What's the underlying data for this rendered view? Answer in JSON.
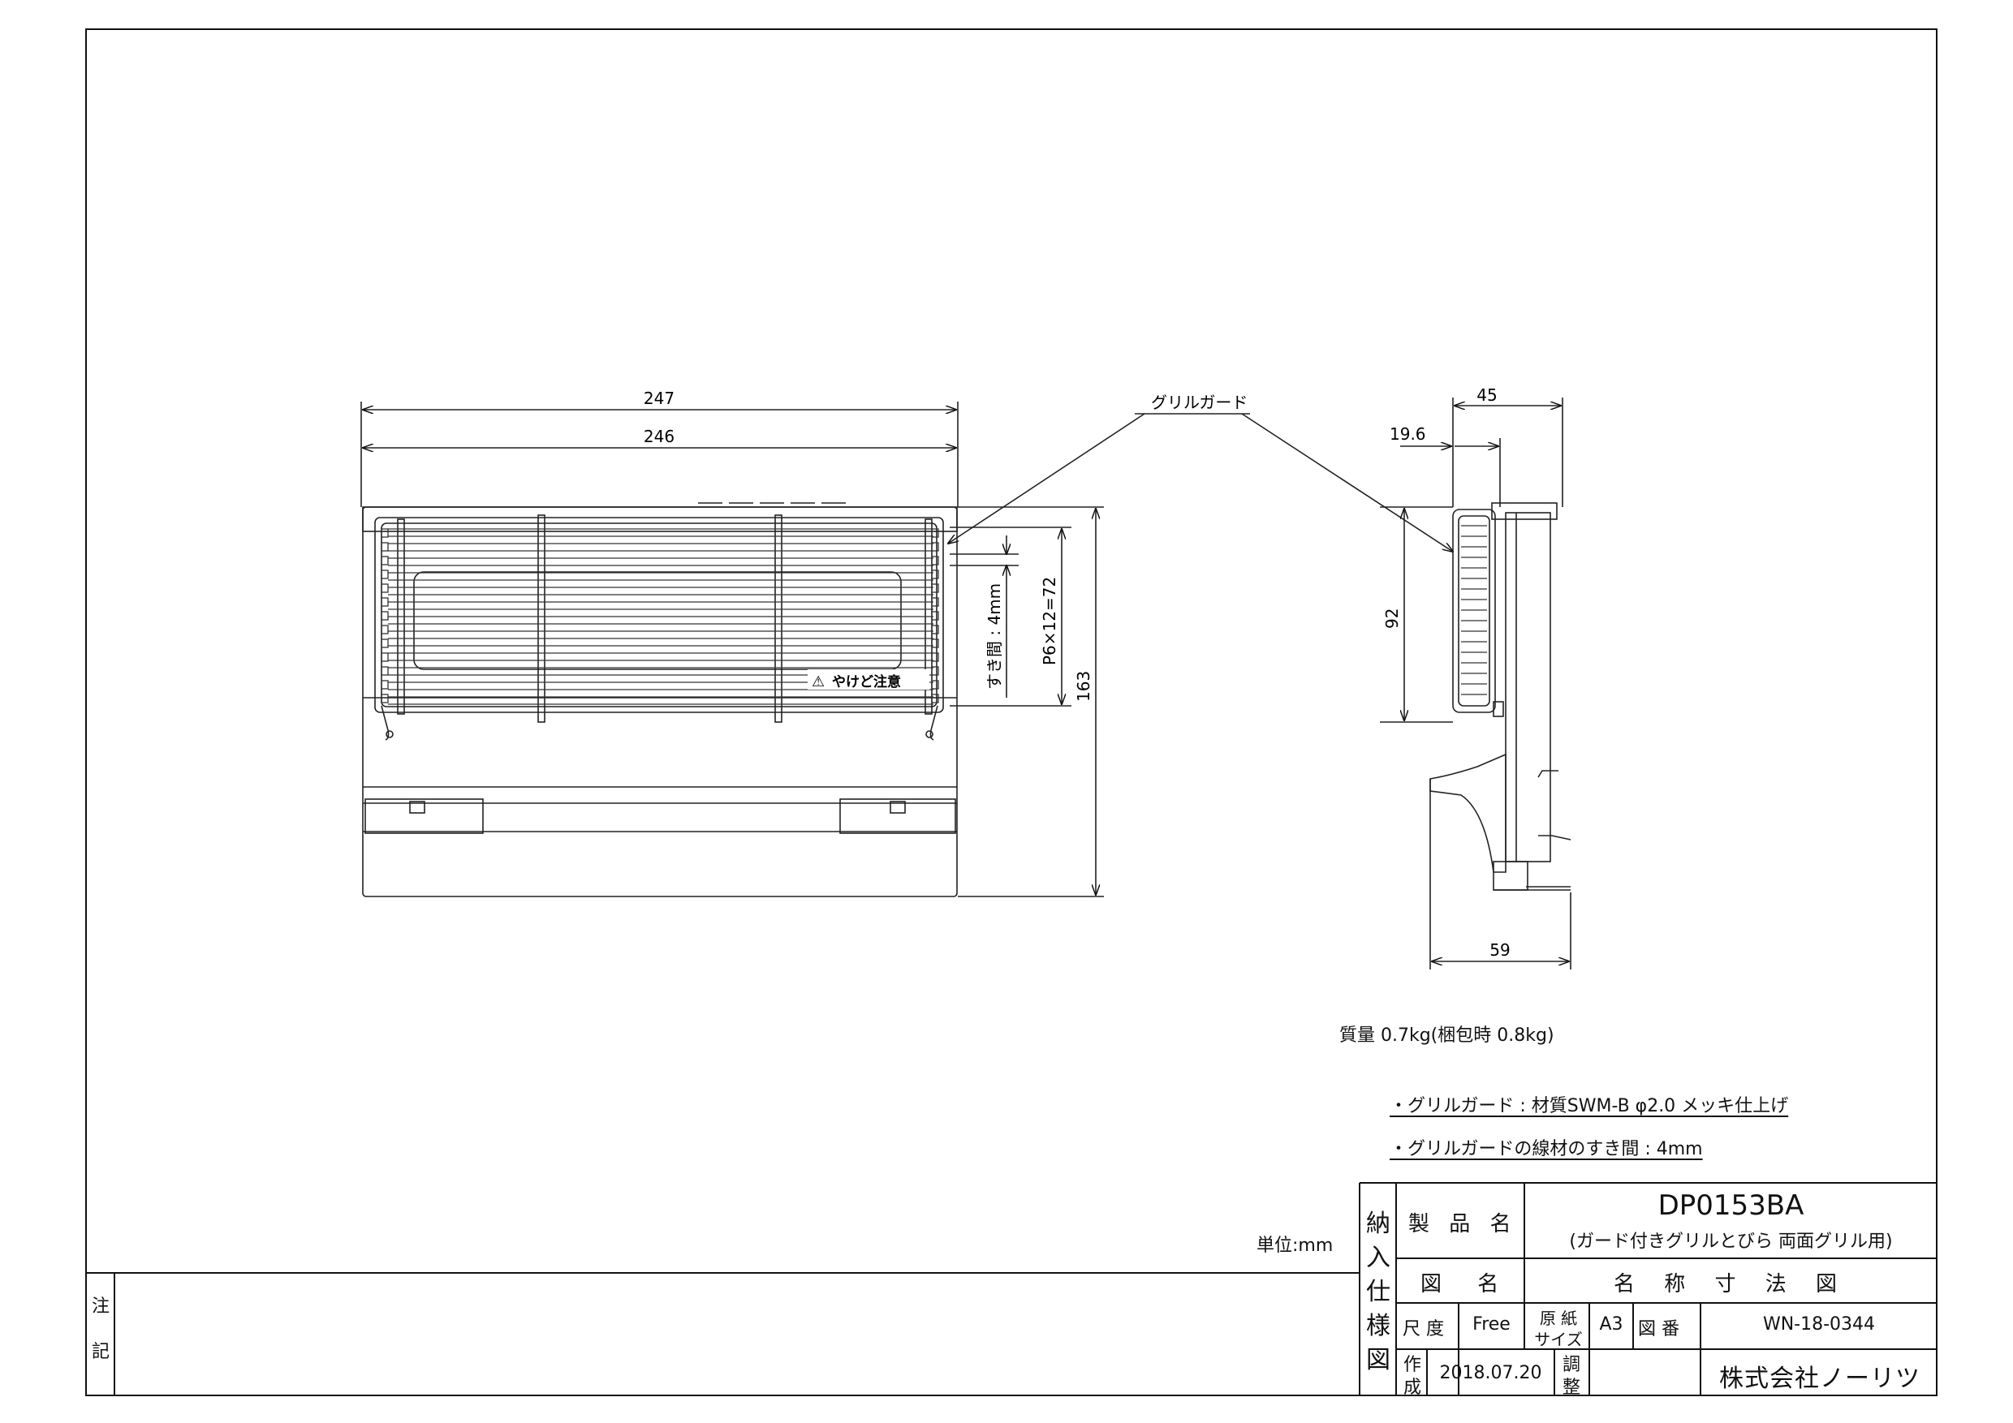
{
  "dimensions": {
    "front_width_outer": "247",
    "front_width_inner": "246",
    "front_height": "163",
    "pitch": "P6×12=72",
    "gap": "すき間 : 4mm",
    "side_depth_45": "45",
    "side_depth_196": "19.6",
    "side_height_92": "92",
    "side_bottom_59": "59"
  },
  "callouts": {
    "grill_guard": "グリルガード",
    "caution": "やけど注意",
    "caution_symbol": "⚠"
  },
  "notes": {
    "mass": "質量 0.7kg(梱包時 0.8kg)",
    "spec_material": "・グリルガード : 材質SWM-B φ2.0 メッキ仕上げ",
    "spec_gap": "・グリルガードの線材のすき間 : 4mm",
    "unit": "単位:mm"
  },
  "remarks": {
    "chars": [
      "注",
      "記"
    ]
  },
  "title_block": {
    "vertical_title": [
      "納",
      "入",
      "仕",
      "様",
      "図"
    ],
    "product_name_label": "製 品 名",
    "product_code": "DP0153BA",
    "product_desc": "(ガード付きグリルとびら 両面グリル用)",
    "drawing_name_label": "図 名",
    "drawing_name": "名 称 寸 法 図",
    "scale_label": "尺 度",
    "scale_value": "Free",
    "paper_label_1": "原 紙",
    "paper_label_2": "サイズ",
    "paper_value": "A3",
    "drawing_no_label": "図 番",
    "drawing_no": "WN-18-0344",
    "created_label_1": "作",
    "created_label_2": "成",
    "created_date": "2018.07.20",
    "check_label_1": "調",
    "check_label_2": "整",
    "company": "株式会社ノーリツ"
  }
}
